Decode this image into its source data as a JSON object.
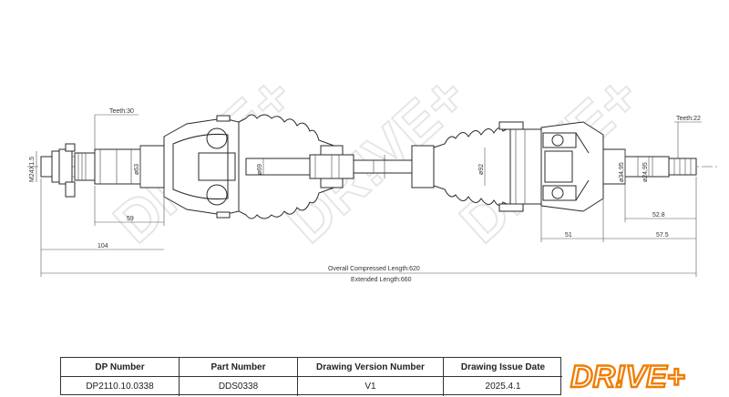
{
  "logo": {
    "text": "DR!VE+",
    "brand_color": "#f07d00"
  },
  "drawing": {
    "watermark": "DR!VE+",
    "labels": {
      "teeth_left": "Teeth:30",
      "teeth_right": "Teeth:22",
      "thread": "M24X1.5",
      "dia_63": "ø63",
      "dia_69": "ø69",
      "dia_92": "ø92",
      "dia_34_95": "ø34,95",
      "dia_24_95": "ø24,95",
      "dim_59": "59",
      "dim_104": "104",
      "dim_52_8": "52.8",
      "dim_51": "51",
      "dim_57_5": "57.5",
      "overall": "Overall  Compressed  Length:620",
      "extended": "Extended  Length:660"
    }
  },
  "title_block": {
    "headers": [
      "DP Number",
      "Part Number",
      "Drawing Version Number",
      "Drawing Issue Date"
    ],
    "values": [
      "DP2110.10.0338",
      "DDS0338",
      "V1",
      "2025.4.1"
    ]
  }
}
